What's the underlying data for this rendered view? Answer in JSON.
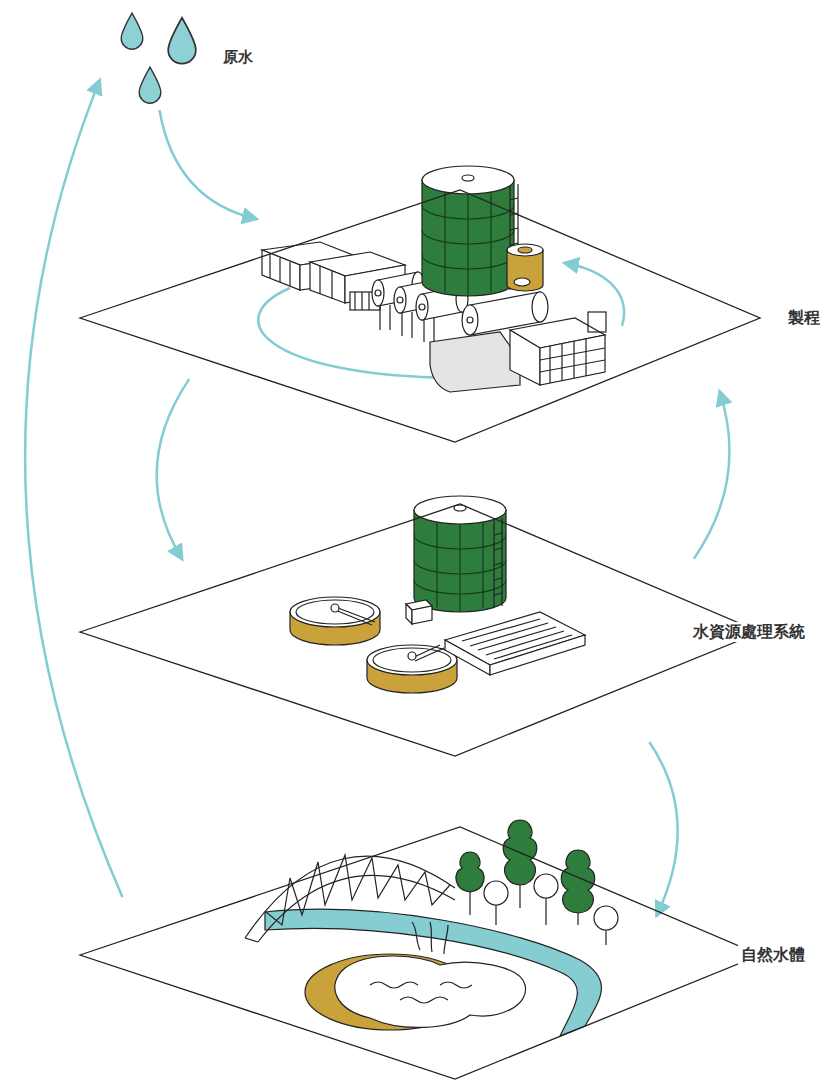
{
  "diagram": {
    "nodes": [
      {
        "text": [
          "原水"
        ]
      },
      {
        "text": [
          "製程"
        ]
      },
      {
        "text": [
          "水資源處理系統"
        ]
      },
      {
        "text": [
          "自然水體"
        ]
      }
    ],
    "edges": [
      {
        "from": 0,
        "to": 1,
        "arrow": "to"
      },
      {
        "from": 1,
        "to": 2,
        "arrow": "to"
      },
      {
        "from": 2,
        "to": 1,
        "arrow": "to"
      },
      {
        "from": 2,
        "to": 3,
        "arrow": "to"
      },
      {
        "from": 3,
        "to": 0,
        "arrow": "to"
      }
    ]
  }
}
